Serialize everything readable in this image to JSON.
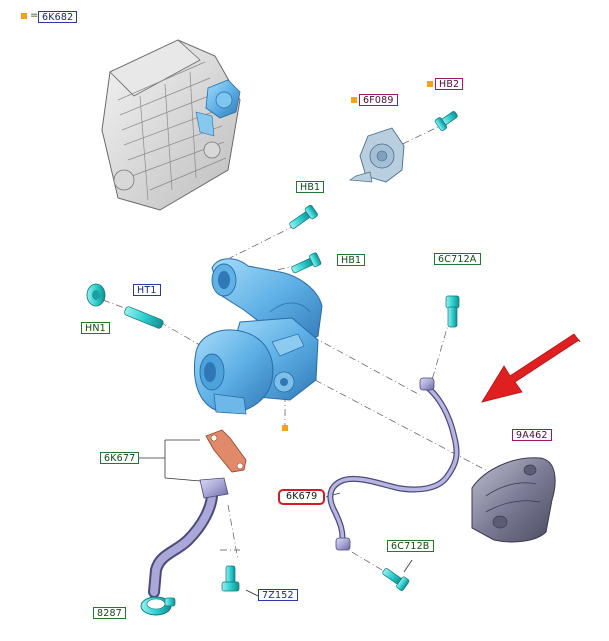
{
  "legend": {
    "equals": "=",
    "part": "6K682"
  },
  "labels": {
    "p_6K682": "6K682",
    "p_6F089": "6F089",
    "p_HB2": "HB2",
    "p_HB1_top": "HB1",
    "p_HB1_mid": "HB1",
    "p_HT1": "HT1",
    "p_HN1": "HN1",
    "p_6C712A": "6C712A",
    "p_9A462": "9A462",
    "p_6K677": "6K677",
    "p_6K679": "6K679",
    "p_6C712B": "6C712B",
    "p_7Z152": "7Z152",
    "p_8287": "8287"
  },
  "colors": {
    "turbo_blue": "#5fb1e6",
    "bolt_cyan": "#2ed0d0",
    "gasket_orange": "#e08a6a",
    "pipe_violet": "#a9a8d8",
    "shield_gray": "#7c7c96",
    "callout_red": "#d61b20",
    "arrow_red": "#e02020",
    "marker_orange": "#f5a21b"
  }
}
